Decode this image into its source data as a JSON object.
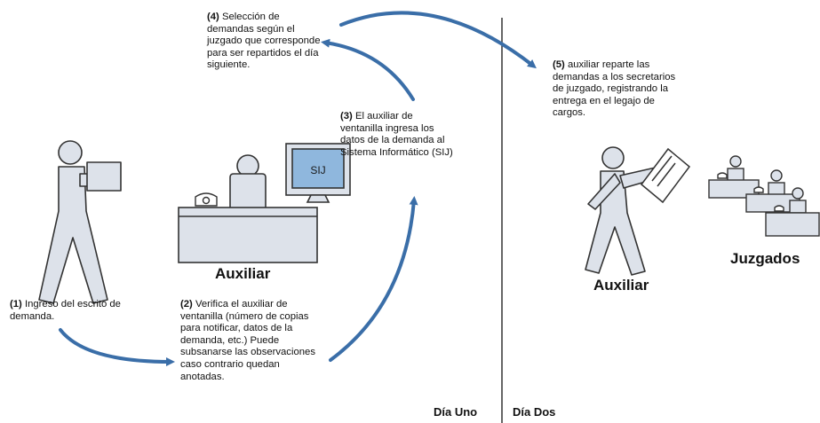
{
  "steps": [
    {
      "num": "(1)",
      "text": "Ingreso del escrito de demanda."
    },
    {
      "num": "(2)",
      "text": "Verifica el auxiliar de ventanilla (número de copias para notificar, datos de la demanda, etc.) Puede subsanarse las observaciones caso contrario quedan anotadas."
    },
    {
      "num": "(3)",
      "text": "El auxiliar de ventanilla ingresa los datos de la demanda al Sistema Informático (SIJ)"
    },
    {
      "num": "(4)",
      "text": "Selección de demandas según el juzgado que corresponde para ser repartidos el día siguiente."
    },
    {
      "num": "(5)",
      "text": "auxiliar reparte las demandas a los secretarios de juzgado, registrando la entrega en el legajo de cargos."
    }
  ],
  "labels": {
    "auxiliar_desk": "Auxiliar",
    "auxiliar_walker": "Auxiliar",
    "juzgados": "Juzgados",
    "monitor": "SIJ"
  },
  "days": {
    "day_one": "Día Uno",
    "day_two": "Día Dos"
  },
  "colors": {
    "arrow": "#3a6ea8",
    "figure_fill": "#dde2ea",
    "figure_stroke": "#333333",
    "monitor_screen": "#8fb7dd",
    "divider": "#333333"
  },
  "icons": [
    "person-carrying-document-icon",
    "clerk-at-desk-icon",
    "computer-monitor-icon",
    "telephone-icon",
    "person-delivering-document-icon",
    "court-clerks-icon"
  ]
}
